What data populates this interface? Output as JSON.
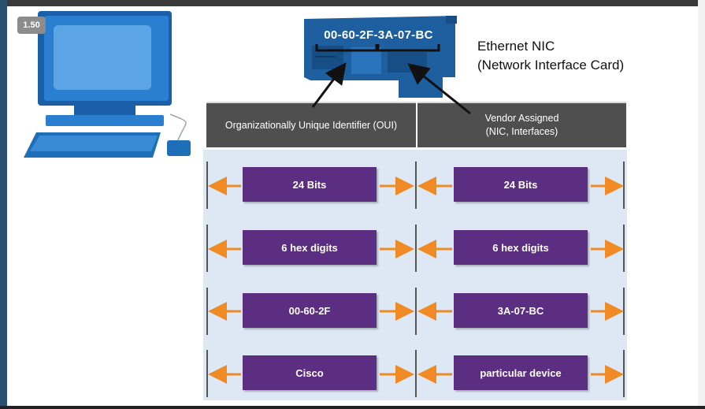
{
  "player": {
    "speed_badge": "1.50"
  },
  "nic": {
    "mac_address": "00-60-2F-3A-07-BC",
    "title_line1": "Ethernet NIC",
    "title_line2": "(Network Interface Card)"
  },
  "table": {
    "header_left": "Organizationally Unique Identifier (OUI)",
    "header_right_line1": "Vendor Assigned",
    "header_right_line2": "(NIC, Interfaces)",
    "rows": [
      {
        "left": "24 Bits",
        "right": "24 Bits"
      },
      {
        "left": "6 hex digits",
        "right": "6 hex digits"
      },
      {
        "left": "00-60-2F",
        "right": "3A-07-BC"
      },
      {
        "left": "Cisco",
        "right": "particular device"
      }
    ]
  },
  "colors": {
    "purple_box": "#5c2e82",
    "orange_arrow": "#f08a24",
    "header_bg": "#4f4f4f",
    "panel_bg": "#dde8f4",
    "computer_blue": "#1f6fb8",
    "nic_blue": "#1e5fa0"
  },
  "icons": [
    "computer-icon",
    "nic-card-icon",
    "pointer-arrow-icon",
    "double-arrow-icon"
  ]
}
